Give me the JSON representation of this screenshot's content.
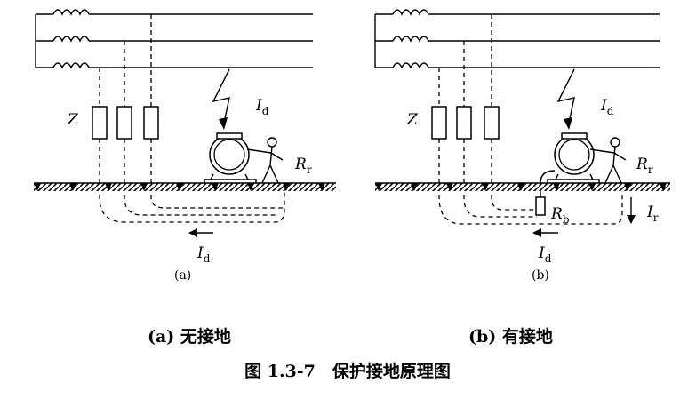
{
  "panel_a": {
    "z_label": "Z",
    "fault_current_label": "I",
    "fault_current_sub": "d",
    "body_resistance_label": "R",
    "body_resistance_sub": "r",
    "return_current_label": "I",
    "return_current_sub": "d",
    "tag": "(a)"
  },
  "panel_b": {
    "z_label": "Z",
    "fault_current_label": "I",
    "fault_current_sub": "d",
    "body_resistance_label": "R",
    "body_resistance_sub": "r",
    "ground_resistance_label": "R",
    "ground_resistance_sub": "b",
    "body_current_label": "I",
    "body_current_sub": "r",
    "return_current_label": "I",
    "return_current_sub": "d",
    "tag": "(b)"
  },
  "captions": {
    "a": "(a) 无接地",
    "b": "(b) 有接地",
    "figure": "图 1.3-7　保护接地原理图"
  }
}
